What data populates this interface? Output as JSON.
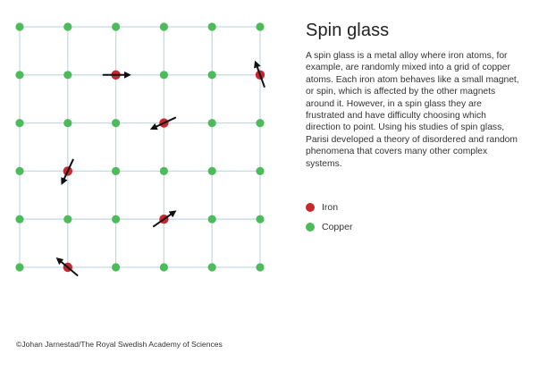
{
  "title": "Spin glass",
  "description": "A spin glass is a metal alloy where iron atoms, for example, are randomly mixed into a grid of copper atoms. Each iron atom behaves like a small magnet, or spin, which is affected by the other magnets around it. However, in a spin glass they are frustrated and have difficulty choosing which direction to point. Using his studies of spin glass, Parisi developed a theory of disordered and random phenomena that covers many other complex systems.",
  "legend": [
    {
      "label": "Iron",
      "color": "#c6282e",
      "icon": "iron-atom-dot"
    },
    {
      "label": "Copper",
      "color": "#4cbc5a",
      "icon": "copper-atom-dot"
    }
  ],
  "credit": "©Johan Jarnestad/The Royal Swedish Academy of Sciences",
  "colors": {
    "grid_line": "#c5dbe6",
    "iron": "#c6282e",
    "copper": "#4cbc5a",
    "arrow": "#111111"
  },
  "lattice": {
    "rows": 6,
    "cols": 6,
    "iron_atoms": [
      {
        "row": 1,
        "col": 2,
        "spin_direction_deg": 0
      },
      {
        "row": 1,
        "col": 5,
        "spin_direction_deg": -110
      },
      {
        "row": 2,
        "col": 3,
        "spin_direction_deg": 155
      },
      {
        "row": 3,
        "col": 1,
        "spin_direction_deg": 115
      },
      {
        "row": 4,
        "col": 3,
        "spin_direction_deg": -35
      },
      {
        "row": 5,
        "col": 1,
        "spin_direction_deg": -140
      }
    ]
  }
}
